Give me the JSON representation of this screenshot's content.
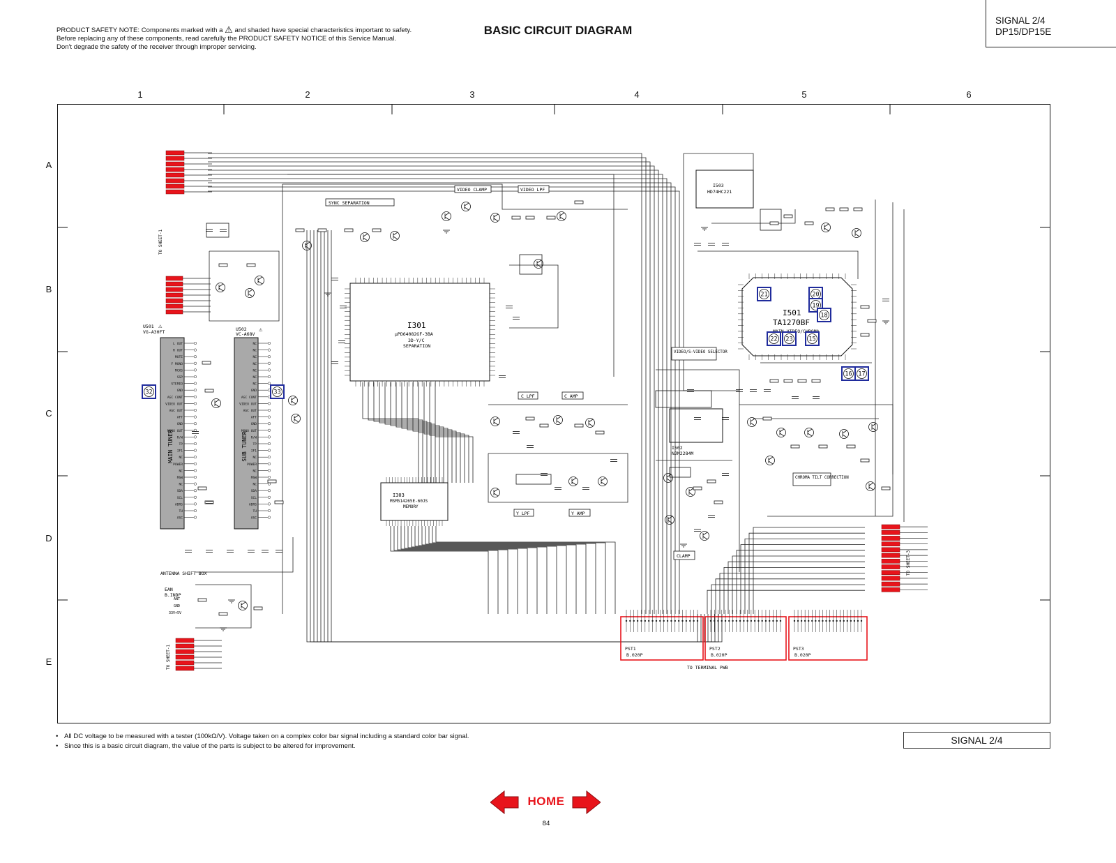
{
  "header": {
    "safety_note_part1": "PRODUCT SAFETY NOTE: Components marked with a",
    "safety_note_part2": "and shaded have special characteristics important to safety. Before replacing any of these components, read carefully the PRODUCT SAFETY NOTICE of this Service Manual. Don't degrade the safety of the receiver through improper servicing.",
    "title": "BASIC CIRCUIT DIAGRAM",
    "signal": "SIGNAL 2/4",
    "model": "DP15/DP15E"
  },
  "grid": {
    "columns": [
      "1",
      "2",
      "3",
      "4",
      "5",
      "6"
    ],
    "rows": [
      "A",
      "B",
      "C",
      "D",
      "E"
    ]
  },
  "schematic": {
    "ics": [
      {
        "ref": "I301",
        "part": "µPD64082GF-3BA",
        "desc1": "3D-Y/C",
        "desc2": "SEPARATION"
      },
      {
        "ref": "I303",
        "part": "MSM514265E-60JS",
        "desc1": "MEMORY"
      },
      {
        "ref": "I501",
        "part": "TA1270BF",
        "desc1": "MAIN VIDEO/CHROMA"
      },
      {
        "ref": "I502",
        "part": "NJM2284M"
      },
      {
        "ref": "I503",
        "part": "HD74HC221"
      }
    ],
    "tuners": [
      {
        "ref": "U501",
        "part": "VG-A30FT",
        "name": "MAIN TUNER"
      },
      {
        "ref": "U502",
        "part": "VC-A68V",
        "name": "SUB TUNER"
      }
    ],
    "tuner_pins": [
      "L OUT",
      "R OUT",
      "MUTE",
      "F MONO",
      "MCKS",
      "SSP",
      "STEREO",
      "GND",
      "AGC CONT",
      "VIDEO OUT",
      "AGC OUT",
      "AFT",
      "GND",
      "MONO OUT",
      "R/W",
      "TP",
      "IF1",
      "NC",
      "POWER",
      "NC",
      "MSW",
      "NC",
      "SDA",
      "SCL",
      "ADRS",
      "TU",
      "ASC"
    ],
    "sub_tuner_pins": [
      "NC",
      "NC",
      "NC",
      "NC",
      "NC",
      "NC",
      "NC",
      "GND",
      "AGC CONT",
      "VIDEO OUT",
      "AGC OUT",
      "AFT",
      "GND",
      "MONO OUT",
      "R/W",
      "TP",
      "IF1",
      "NC",
      "POWER",
      "NC",
      "MSW",
      "NC",
      "SDA",
      "SCL",
      "ADRS",
      "TU",
      "ASC"
    ],
    "function_labels": [
      "SYNC SEPARATION",
      "VIDEO CLAMP",
      "VIDEO LPF",
      "C LPF",
      "C AMP",
      "Y LPF",
      "Y AMP",
      "VIDEO/S-VIDEO SELECTOR",
      "CLAMP",
      "CHROMA TILT CORRECTION",
      "ANTENNA SHIFT BOX"
    ],
    "connectors": [
      {
        "ref": "PST1",
        "pins": "B.020P"
      },
      {
        "ref": "PST2",
        "pins": "B.020P"
      },
      {
        "ref": "PST3",
        "pins": "B.020P"
      }
    ],
    "to_terminal": "TO TERMINAL PWB",
    "to_sheet_1": "TO SHEET-1",
    "to_sheet_3": "TO SHEET-3",
    "callouts": [
      "32",
      "33",
      "21",
      "20",
      "19",
      "18",
      "22",
      "23",
      "15",
      "16",
      "17"
    ],
    "ant_label1": "EAN",
    "ant_label2": "B.INDP",
    "ant_pins": [
      "ANT",
      "GND",
      "33V+5V"
    ]
  },
  "footer": {
    "note1": "All DC voltage to be measured with a tester (100kΩ/V). Voltage taken on a complex color bar signal including a standard color bar signal.",
    "note2": "Since this is a basic circuit diagram, the value of the parts is subject to be altered for improvement.",
    "signal": "SIGNAL 2/4",
    "home": "HOME",
    "page": "84"
  },
  "colors": {
    "line": "#111111",
    "accent_red": "#e8141b",
    "callout_blue": "#1f2b9c",
    "tuner_fill": "#a9a9a9"
  }
}
